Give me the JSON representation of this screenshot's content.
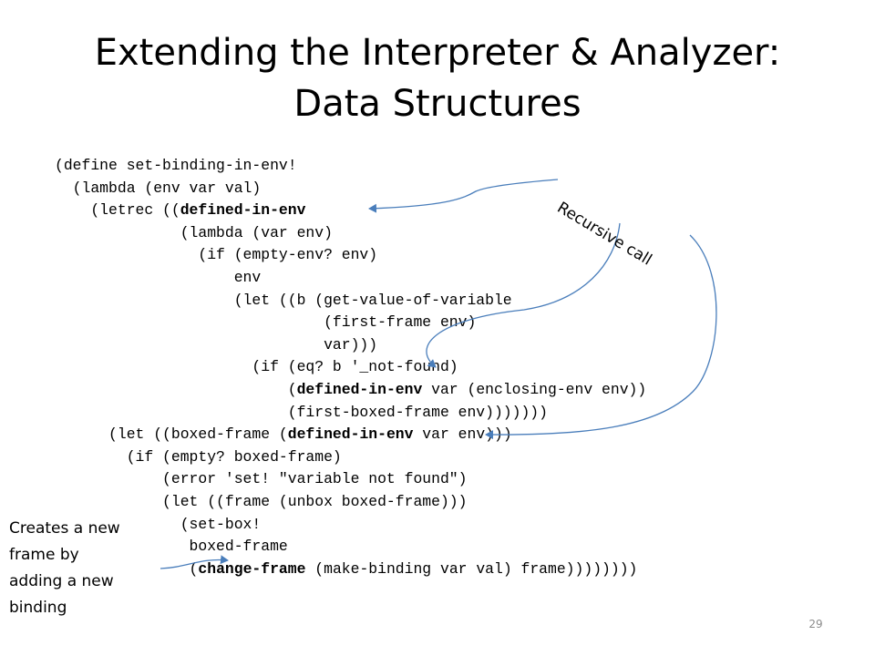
{
  "slide": {
    "title_line1": "Extending the Interpreter & Analyzer:",
    "title_line2": "Data Structures",
    "code": [
      [
        {
          "t": "(define set-binding-in-env!"
        }
      ],
      [
        {
          "t": "  (lambda (env var val)"
        }
      ],
      [
        {
          "t": "    (letrec (("
        },
        {
          "t": "defined-in-env",
          "b": true
        }
      ],
      [
        {
          "t": "              (lambda (var env)"
        }
      ],
      [
        {
          "t": "                (if (empty-env? env)"
        }
      ],
      [
        {
          "t": "                    env"
        }
      ],
      [
        {
          "t": "                    (let ((b (get-value-of-variable"
        }
      ],
      [
        {
          "t": "                              (first-frame env)"
        }
      ],
      [
        {
          "t": "                              var)))"
        }
      ],
      [
        {
          "t": "                      (if (eq? b '_not-found)"
        }
      ],
      [
        {
          "t": "                          ("
        },
        {
          "t": "defined-in-env",
          "b": true
        },
        {
          "t": " var (enclosing-env env))"
        }
      ],
      [
        {
          "t": "                          (first-boxed-frame env)))))))"
        }
      ],
      [
        {
          "t": "      (let ((boxed-frame ("
        },
        {
          "t": "defined-in-env",
          "b": true
        },
        {
          "t": " var env)))"
        }
      ],
      [
        {
          "t": "        (if (empty? boxed-frame)"
        }
      ],
      [
        {
          "t": "            (error 'set! \"variable not found\")"
        }
      ],
      [
        {
          "t": "            (let ((frame (unbox boxed-frame)))"
        }
      ],
      [
        {
          "t": "              (set-box!"
        }
      ],
      [
        {
          "t": "               boxed-frame"
        }
      ],
      [
        {
          "t": "               ("
        },
        {
          "t": "change-frame",
          "b": true
        },
        {
          "t": " (make-binding var val) frame))))))))"
        }
      ]
    ],
    "recursive_call_label": "Recursive call",
    "creates_note": [
      "Creates a new",
      "frame by",
      "adding a new",
      "binding"
    ],
    "page_number": "29"
  }
}
